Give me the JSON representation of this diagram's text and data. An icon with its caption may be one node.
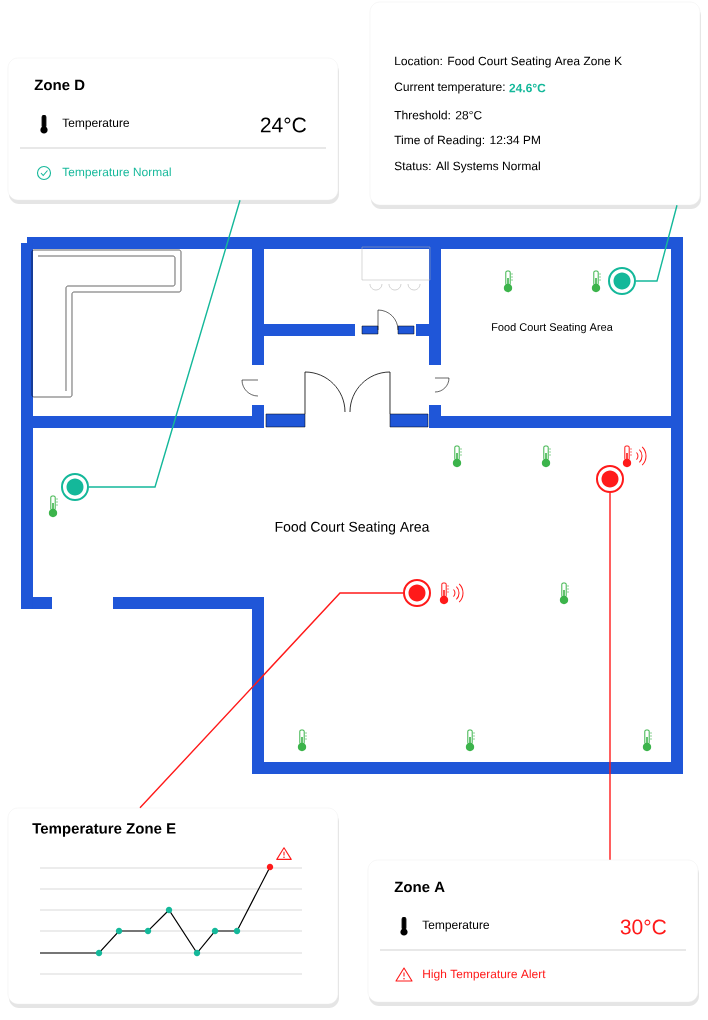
{
  "diagram": {
    "nodes": [
      {
        "text": [
          "Zone D",
          "Temperature",
          "24°C",
          "Temperature Normal"
        ]
      },
      {
        "text": [
          "Location: Food Court Seating Area Zone K",
          "Current temperature:",
          "24.6°C",
          "Threshold: 28°C",
          "Time of Reading: 12:34 PM",
          "Status: All Systems Normal"
        ]
      },
      {
        "text": [
          "Zone A",
          "Temperature",
          "30°C",
          "High Temperature Alert"
        ]
      },
      {
        "text": [
          "Temperature Zone E"
        ]
      },
      {
        "text": [],
        "shape": "circle"
      },
      {
        "text": [],
        "shape": "circle"
      },
      {
        "text": [],
        "shape": "circle"
      },
      {
        "text": [],
        "shape": "circle"
      }
    ],
    "edges": [
      {
        "from": 0,
        "to": 4,
        "arrow": "none",
        "color": "#14b89a"
      },
      {
        "from": 1,
        "to": 5,
        "arrow": "none",
        "color": "#14b89a"
      },
      {
        "from": 2,
        "to": 6,
        "arrow": "none",
        "color": "#ff1a1a"
      },
      {
        "from": 3,
        "to": 7,
        "arrow": "none",
        "color": "#ff1a1a"
      }
    ],
    "labels": [
      "Food Court Seating Area",
      "Food Court Seating Area"
    ]
  }
}
